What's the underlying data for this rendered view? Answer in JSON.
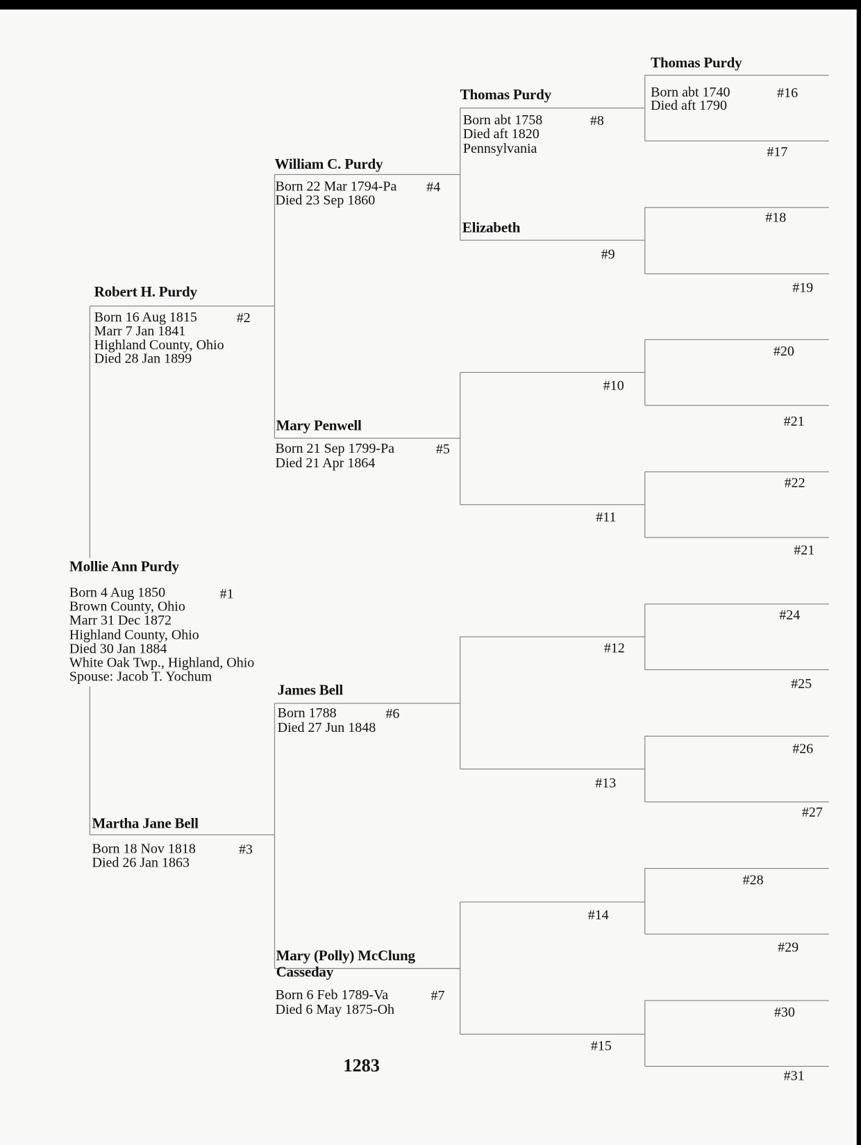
{
  "page_number": "1283",
  "persons": [
    {
      "no": "#1",
      "name": "Mollie Ann Purdy",
      "lines": [
        "Born  4 Aug 1850",
        "Brown County, Ohio",
        "Marr 31 Dec 1872",
        "Highland County, Ohio",
        "Died 30 Jan 1884",
        "White Oak Twp., Highland, Ohio",
        "Spouse: Jacob T. Yochum"
      ]
    },
    {
      "no": "#2",
      "name": "Robert H. Purdy",
      "lines": [
        "Born  16 Aug 1815",
        "Marr 7 Jan 1841",
        "Highland County, Ohio",
        "Died 28 Jan 1899"
      ]
    },
    {
      "no": "#3",
      "name": "Martha Jane Bell",
      "lines": [
        "Born 18 Nov 1818",
        "Died 26 Jan 1863"
      ]
    },
    {
      "no": "#4",
      "name": "William C. Purdy",
      "lines": [
        "Born 22 Mar 1794-Pa",
        "Died 23 Sep 1860"
      ]
    },
    {
      "no": "#5",
      "name": "Mary Penwell",
      "lines": [
        "Born 21 Sep 1799-Pa",
        "Died 21 Apr 1864"
      ]
    },
    {
      "no": "#6",
      "name": "James Bell",
      "lines": [
        "Born 1788",
        "Died 27 Jun 1848"
      ]
    },
    {
      "no": "#7",
      "name": "Mary (Polly) McClung",
      "name2": "Casseday",
      "lines": [
        "Born 6 Feb 1789-Va",
        "Died 6 May 1875-Oh"
      ]
    },
    {
      "no": "#8",
      "name": "Thomas Purdy",
      "lines": [
        "Born abt 1758",
        "Died aft 1820",
        "Pennsylvania"
      ]
    },
    {
      "no": "#9",
      "name": "Elizabeth",
      "lines": []
    },
    {
      "no": "#16",
      "name": "Thomas Purdy",
      "lines": [
        "Born abt 1740",
        "Died aft 1790"
      ]
    }
  ],
  "empty_slots": [
    "#10",
    "#11",
    "#12",
    "#13",
    "#14",
    "#15",
    "#17",
    "#18",
    "#19",
    "#20",
    "#21",
    "#22",
    "#21",
    "#24",
    "#25",
    "#26",
    "#27",
    "#28",
    "#29",
    "#30",
    "#31"
  ]
}
